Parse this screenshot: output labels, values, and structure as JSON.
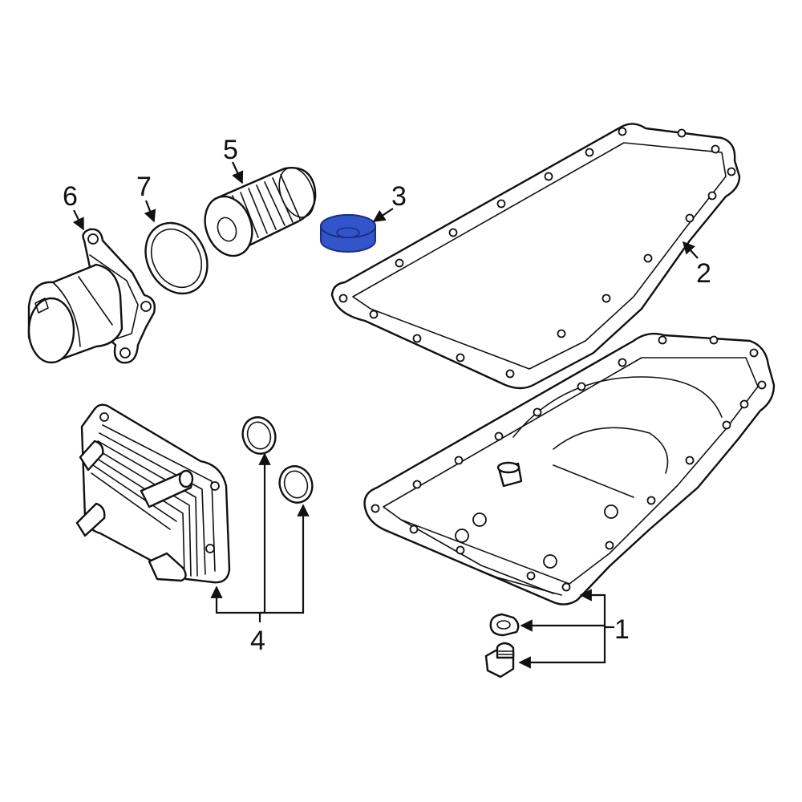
{
  "colors": {
    "highlight": "#3355cc",
    "highlight_stroke": "#1a2f80",
    "line": "#111111",
    "background": "#ffffff"
  },
  "callouts": {
    "c1": "1",
    "c2": "2",
    "c3": "3",
    "c4": "4",
    "c5": "5",
    "c6": "6",
    "c7": "7"
  }
}
